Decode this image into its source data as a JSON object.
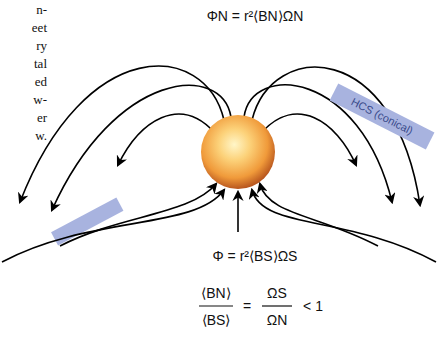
{
  "diagram": {
    "nodes": [
      {
        "text": [
          "HCS (conical)"
        ]
      }
    ],
    "labels": [
      "n-",
      "eet",
      "ry",
      "tal",
      "ed",
      "w-",
      "er",
      "w.",
      "ΦN = r²⟨BN⟩ΩN",
      "Φ = r²⟨BS⟩ΩS",
      "⟨BN⟩",
      "⟨BS⟩",
      "=",
      "ΩS",
      "ΩN",
      "< 1"
    ]
  }
}
